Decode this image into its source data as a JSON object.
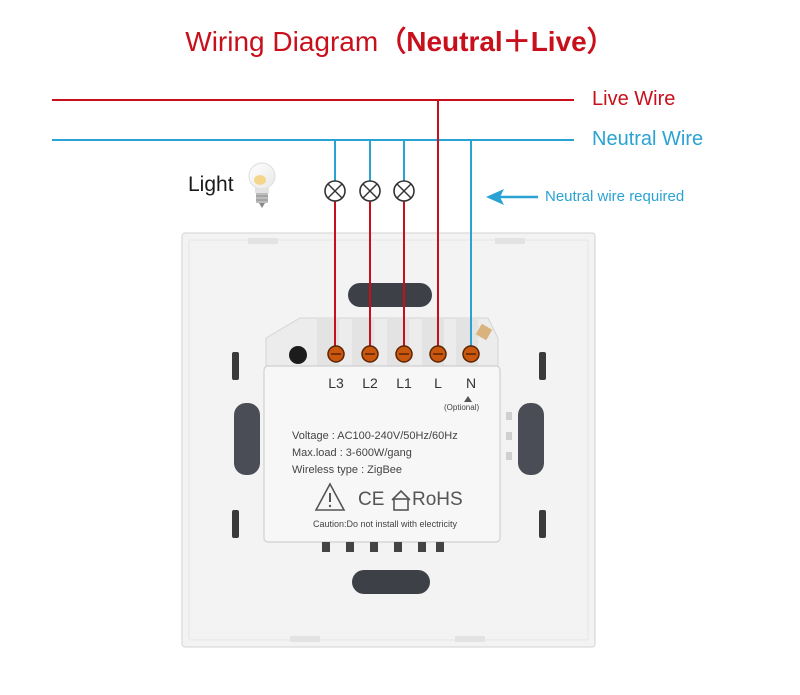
{
  "title": {
    "prefix": "Wiring Diagram",
    "open": "（",
    "main": "Neutral＋Live",
    "close": "）"
  },
  "wires": {
    "live": "Live Wire",
    "neutral": "Neutral Wire"
  },
  "light_label": "Light",
  "neutral_note": "Neutral wire required",
  "terminals": [
    "L3",
    "L2",
    "L1",
    "L",
    "N"
  ],
  "optional_label": "(Optional)",
  "specs": {
    "voltage": "Voltage : AC100-240V/50Hz/60Hz",
    "max_load": "Max.load : 3-600W/gang",
    "wireless": "Wireless type : ZigBee"
  },
  "cert": {
    "ce": "CE",
    "rohs": "RoHS"
  },
  "caution": "Caution:Do not install with electricity",
  "colors": {
    "live": "#c8101d",
    "neutral": "#2aa3d4",
    "panel": "#f3f3f3",
    "module": "#f7f7f7"
  }
}
